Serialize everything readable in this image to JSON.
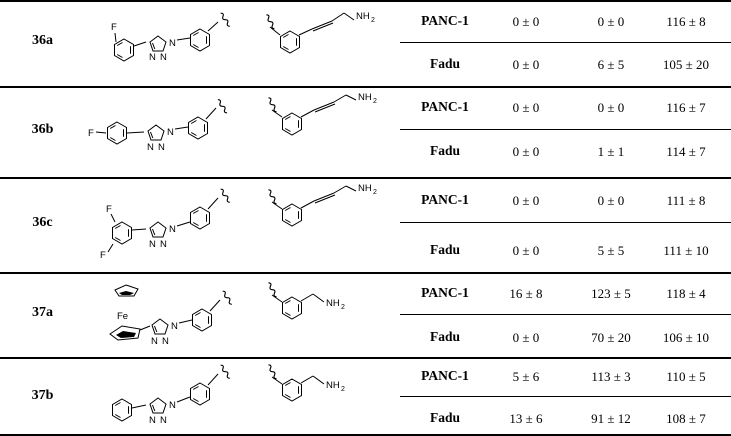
{
  "rows": [
    {
      "compound": "36a",
      "structure": "meta-fluorophenyl triazole / propargylamine phenyl",
      "substituent": "F",
      "amine_label": "NH2",
      "assays": [
        {
          "cell_line": "PANC-1",
          "col1": "0 ± 0",
          "col2": "0 ± 0",
          "col3": "116 ± 8"
        },
        {
          "cell_line": "Fadu",
          "col1": "0 ± 0",
          "col2": "6 ± 5",
          "col3": "105 ± 20"
        }
      ]
    },
    {
      "compound": "36b",
      "structure": "para-fluorophenyl triazole / propargylamine phenyl",
      "substituent": "F",
      "amine_label": "NH2",
      "assays": [
        {
          "cell_line": "PANC-1",
          "col1": "0 ± 0",
          "col2": "0 ± 0",
          "col3": "116 ± 7"
        },
        {
          "cell_line": "Fadu",
          "col1": "0 ± 0",
          "col2": "1 ± 1",
          "col3": "114 ± 7"
        }
      ]
    },
    {
      "compound": "36c",
      "structure": "3,5-difluorophenyl triazole / propargylamine phenyl",
      "substituent": "F",
      "amine_label": "NH2",
      "assays": [
        {
          "cell_line": "PANC-1",
          "col1": "0 ± 0",
          "col2": "0 ± 0",
          "col3": "111 ± 8"
        },
        {
          "cell_line": "Fadu",
          "col1": "0 ± 0",
          "col2": "5 ± 5",
          "col3": "111 ± 10"
        }
      ]
    },
    {
      "compound": "37a",
      "structure": "ferrocenyl triazole / benzylamine",
      "substituent": "Fe",
      "amine_label": "NH2",
      "assays": [
        {
          "cell_line": "PANC-1",
          "col1": "16 ± 8",
          "col2": "123 ± 5",
          "col3": "118 ± 4"
        },
        {
          "cell_line": "Fadu",
          "col1": "0 ± 0",
          "col2": "70 ± 20",
          "col3": "106 ± 10"
        }
      ]
    },
    {
      "compound": "37b",
      "structure": "phenyl triazole / benzylamine",
      "substituent": "",
      "amine_label": "NH2",
      "assays": [
        {
          "cell_line": "PANC-1",
          "col1": "5 ± 6",
          "col2": "113 ± 3",
          "col3": "110 ± 5"
        },
        {
          "cell_line": "Fadu",
          "col1": "13 ± 6",
          "col2": "91 ± 12",
          "col3": "108 ± 7"
        }
      ]
    }
  ]
}
